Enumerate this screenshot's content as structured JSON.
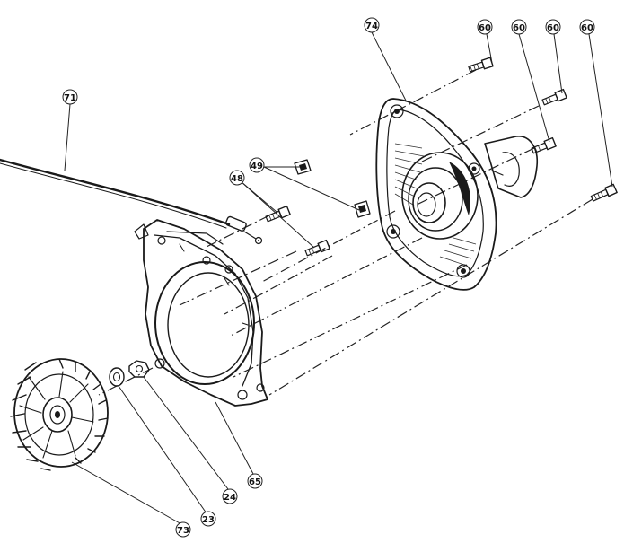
{
  "callouts": [
    {
      "id": "c74",
      "label": "74"
    },
    {
      "id": "c60a",
      "label": "60"
    },
    {
      "id": "c60b",
      "label": "60"
    },
    {
      "id": "c60c",
      "label": "60"
    },
    {
      "id": "c60d",
      "label": "60"
    },
    {
      "id": "c71",
      "label": "71"
    },
    {
      "id": "c49",
      "label": "49"
    },
    {
      "id": "c48",
      "label": "48"
    },
    {
      "id": "c65",
      "label": "65"
    },
    {
      "id": "c24",
      "label": "24"
    },
    {
      "id": "c23",
      "label": "23"
    },
    {
      "id": "c73",
      "label": "73"
    }
  ]
}
